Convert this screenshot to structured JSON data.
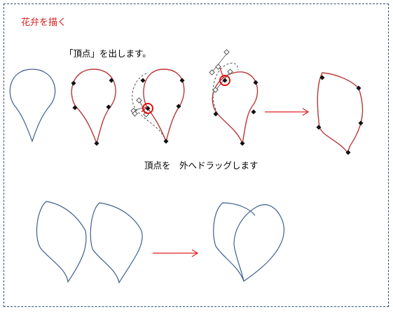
{
  "title": "花弁を描く",
  "step1_caption": "「頂点」を出します。",
  "step2_caption": "頂点を　外へドラッグします",
  "colors": {
    "title_red": "#d42020",
    "petal_blue": "#3f5f8f",
    "edit_red": "#b83838",
    "arrow_red": "#e02020",
    "frame_border": "#2f4f7a"
  }
}
